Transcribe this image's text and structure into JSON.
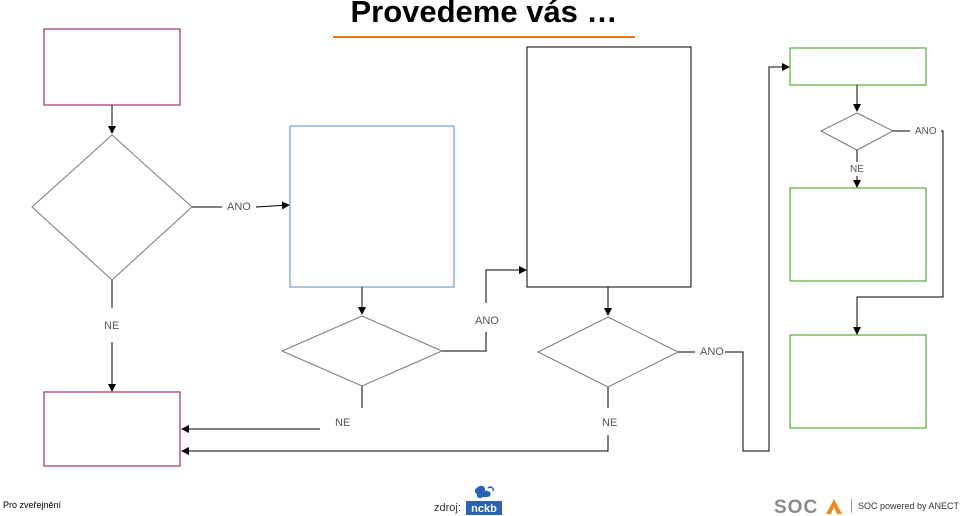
{
  "title": "Provedeme vás …",
  "labels": {
    "ano": "ANO",
    "ne": "NE"
  },
  "footer": {
    "left": "Pro zveřejnění",
    "source": "zdroj:",
    "nckb_logo_text": "nckb",
    "soca_logo_text": "SOCA",
    "soca_tagline": "SOC powered by ANECT"
  },
  "colors": {
    "title_underline": "#e87722",
    "box_magenta": "#a0306e",
    "box_blue": "#6fa0c8",
    "box_black": "#000000",
    "box_green": "#5aab3c",
    "diamond_stroke": "#777777",
    "connector": "#000000",
    "brand_orange": "#f08a1c",
    "nckb_blue": "#2a63b4"
  }
}
